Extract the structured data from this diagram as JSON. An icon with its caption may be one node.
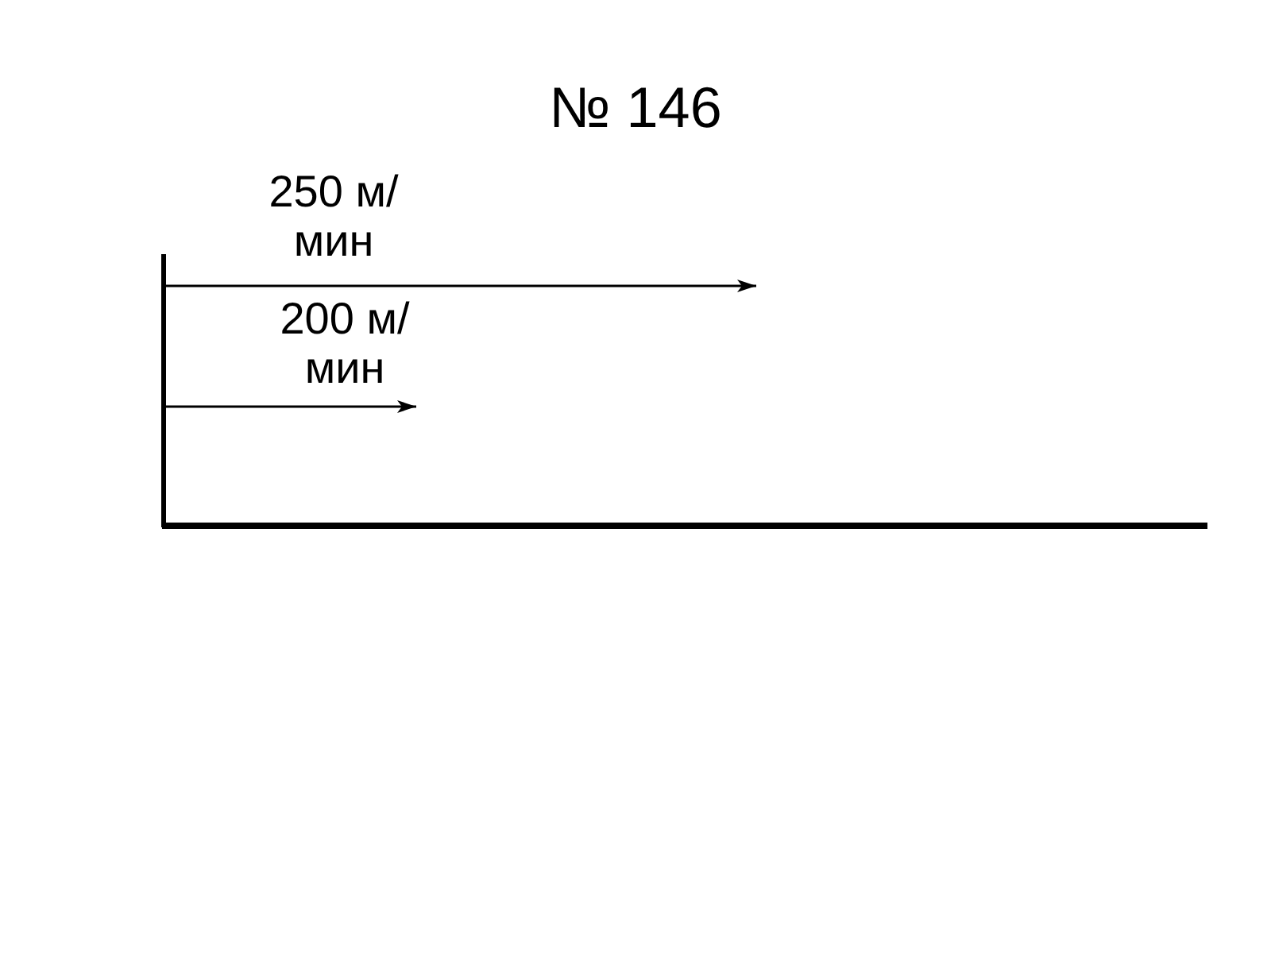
{
  "diagram": {
    "title": "№ 146",
    "labels": [
      "250 м/мин",
      "200 м/мин"
    ]
  }
}
